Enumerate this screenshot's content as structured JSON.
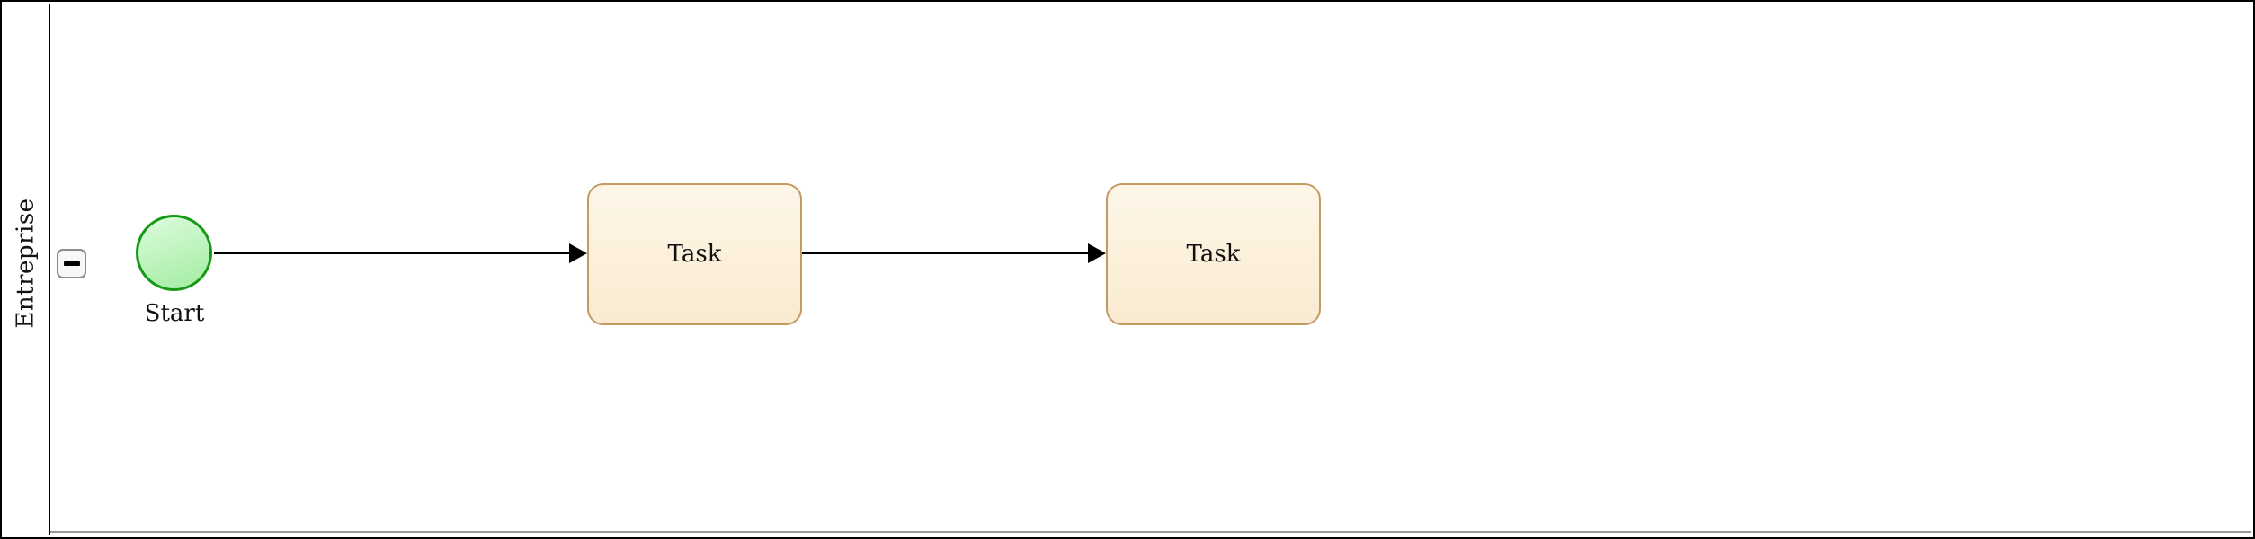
{
  "diagram": {
    "kind": "bpmn-process",
    "pool": {
      "label": "Entreprise",
      "collapse_icon": "minus"
    },
    "start_event": {
      "label": "Start",
      "shape": "circle"
    },
    "tasks": [
      {
        "label": "Task"
      },
      {
        "label": "Task"
      }
    ],
    "flows": [
      {
        "from": "start-event",
        "to": "task-1",
        "direction": "right"
      },
      {
        "from": "task-1",
        "to": "task-2",
        "direction": "right"
      }
    ]
  },
  "colors": {
    "pool-border": "#000000",
    "lane-line": "#9a9a9a",
    "button-border": "#8b8b8b",
    "button-fill": "#f7f7f7",
    "start-stroke": "#169a16",
    "start-fill-top": "#defbde",
    "start-fill-bottom": "#a0eda0",
    "task-border": "#c49a63",
    "task-fill-top": "#fdf6e8",
    "task-fill-bottom": "#f9ebd1",
    "arrow": "#000000"
  }
}
